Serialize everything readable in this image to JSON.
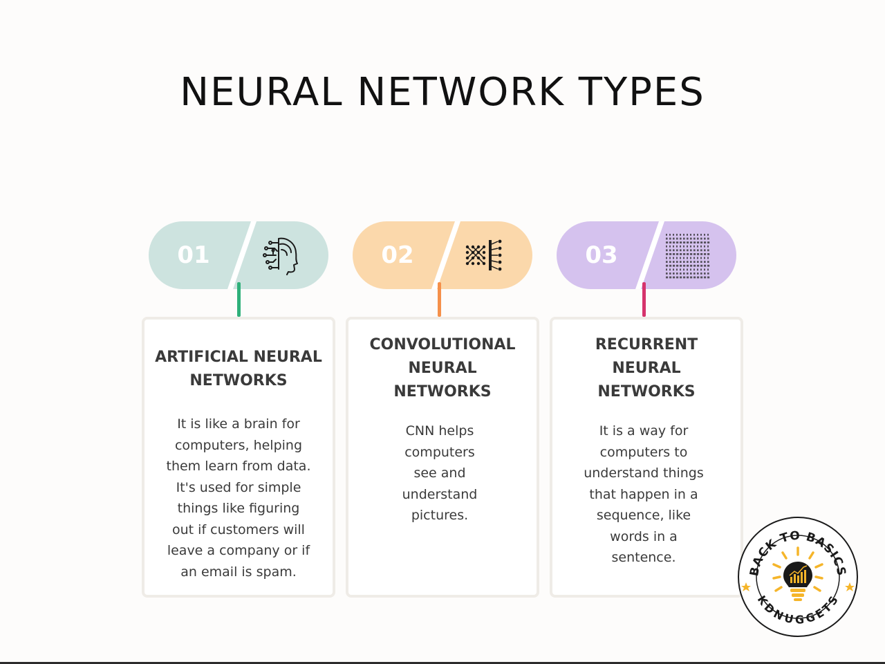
{
  "title": "NEURAL NETWORK TYPES",
  "cards": [
    {
      "number": "01",
      "pill_color": "#cde3df",
      "connector_color": "#2fb07a",
      "icon": "ai-brain-head-icon",
      "title_lines": [
        "ARTIFICIAL NEURAL",
        "NETWORKS"
      ],
      "description_lines": [
        "It is like a brain for",
        "computers, helping",
        "them learn from data.",
        "It's used for simple",
        "things like figuring",
        "out if customers will",
        "leave a company or if",
        "an email is spam."
      ]
    },
    {
      "number": "02",
      "pill_color": "#fbd8ab",
      "connector_color": "#f5904a",
      "icon": "convolution-network-icon",
      "title_lines": [
        "CONVOLUTIONAL",
        "NEURAL",
        "NETWORKS"
      ],
      "description_lines": [
        "CNN helps",
        "computers",
        "see and",
        "understand",
        "pictures."
      ]
    },
    {
      "number": "03",
      "pill_color": "#d5c2ee",
      "connector_color": "#d6336c",
      "icon": "word-sequence-grid-icon",
      "title_lines": [
        "RECURRENT",
        "NEURAL",
        "NETWORKS"
      ],
      "description_lines": [
        "It is a way for",
        "computers to",
        "understand things",
        "that happen in a",
        "sequence, like",
        "words in a",
        "sentence."
      ]
    }
  ],
  "badge": {
    "top_text": "BACK TO BASICS",
    "bottom_text": "KDNUGGETS",
    "icon": "lightbulb-chart-icon",
    "accent_color": "#f5b52a"
  }
}
